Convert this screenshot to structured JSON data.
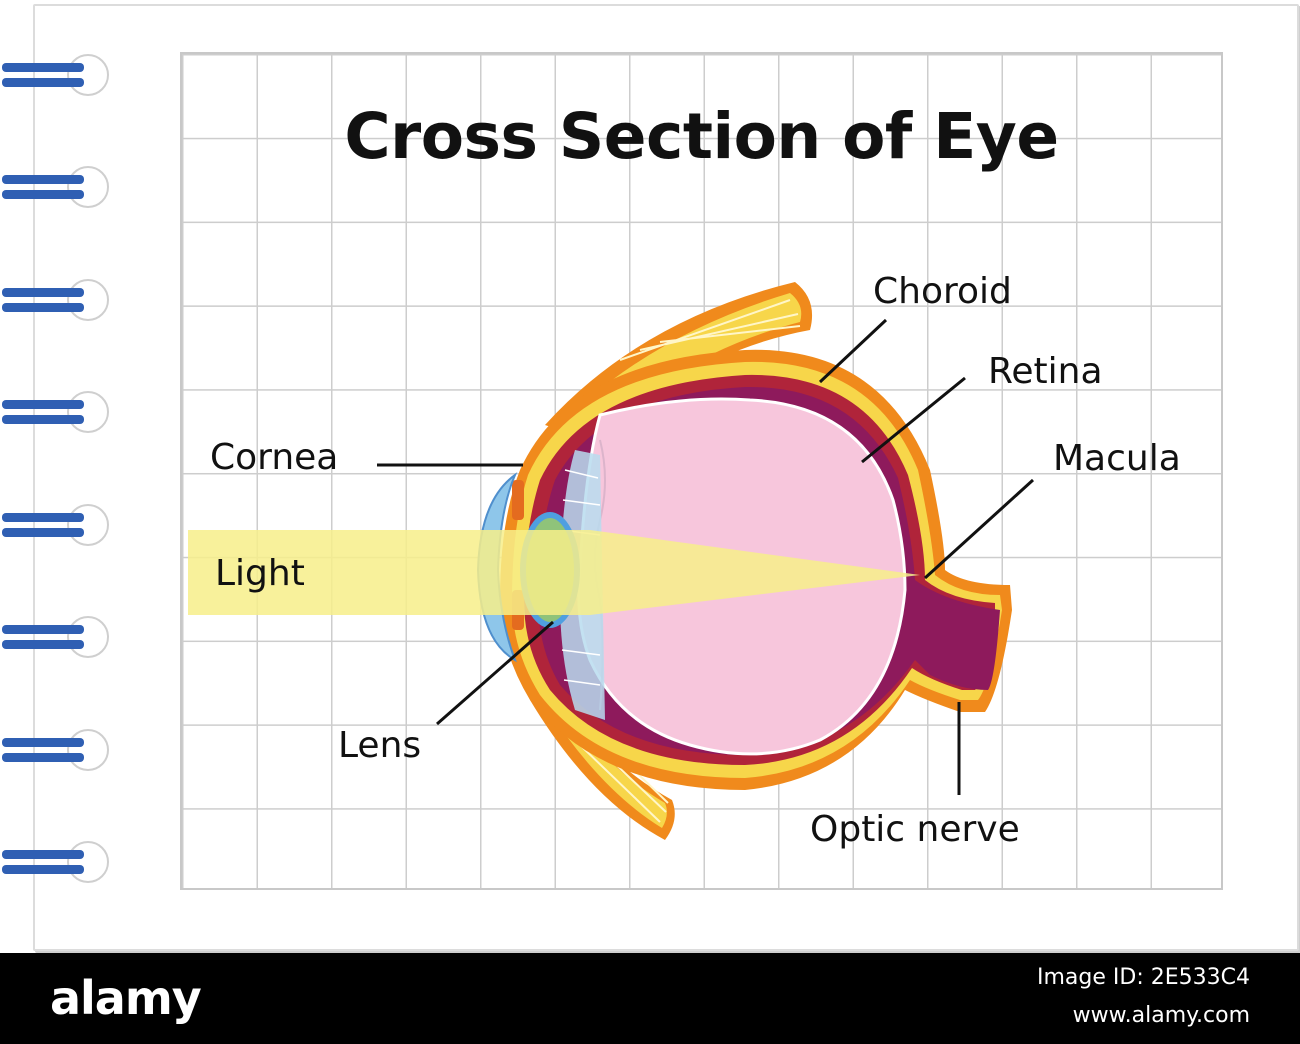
{
  "title": "Cross Section of Eye",
  "labels": {
    "choroid": "Choroid",
    "retina": "Retina",
    "macula": "Macula",
    "cornea": "Cornea",
    "light": "Light",
    "lens": "Lens",
    "optic_nerve": "Optic nerve"
  },
  "footer": {
    "brand": "alamy",
    "image_id": "Image ID: 2E533C4",
    "url": "www.alamy.com"
  },
  "colors": {
    "spiral": "#2f5fb3",
    "sclera": "#f08a1c",
    "sclera_light": "#f7d64a",
    "choroid": "#b0243a",
    "retina": "#8e1a5c",
    "vitreous": "#f7c6dc",
    "lens": "#8fc37a",
    "light_beam": "#f7ee8a",
    "cornea": "#8ec6ea"
  }
}
